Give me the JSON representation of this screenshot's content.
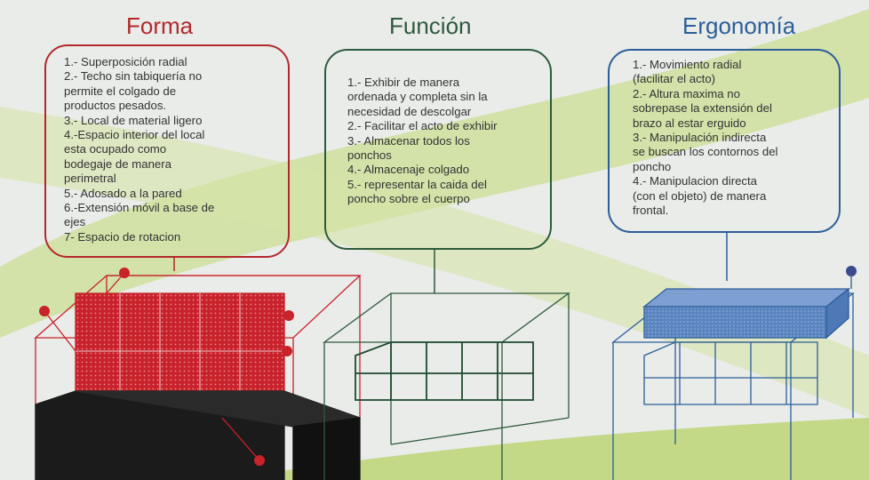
{
  "columns": [
    {
      "title": "Forma",
      "color": "#b3282d",
      "items": [
        "1.- Superposición radial",
        "2.- Techo sin tabiquería no",
        "permite el colgado de",
        "productos pesados.",
        "3.- Local de material ligero",
        "4.-Espacio interior del local",
        "esta ocupado como",
        "bodegaje de manera",
        "perimetral",
        "5.- Adosado a la pared",
        "6.-Extensión móvil a base de",
        "ejes",
        "7- Espacio de rotacion"
      ]
    },
    {
      "title": "Función",
      "color": "#2d5a3c",
      "items": [
        "1.- Exhibir de manera",
        "ordenada y completa sin la",
        "necesidad de  descolgar",
        "2.- Facilitar el acto de exhibir",
        "3.- Almacenar todos los",
        "ponchos",
        "4.- Almacenaje colgado",
        "5.- representar la caida del",
        "poncho sobre el cuerpo"
      ]
    },
    {
      "title": "Ergonomía",
      "color": "#2d5e99",
      "items": [
        "1.- Movimiento radial",
        "(facilitar el acto)",
        "2.- Altura maxima no",
        "sobrepase la extensión del",
        "brazo al estar erguido",
        "3.- Manipulación indirecta",
        "se buscan los contornos del",
        "poncho",
        "4.- Manipulacion directa",
        "(con el objeto) de manera",
        "frontal."
      ]
    }
  ],
  "background_colors": {
    "base": "#e9ece9",
    "swoosh": "#bcd77a"
  }
}
